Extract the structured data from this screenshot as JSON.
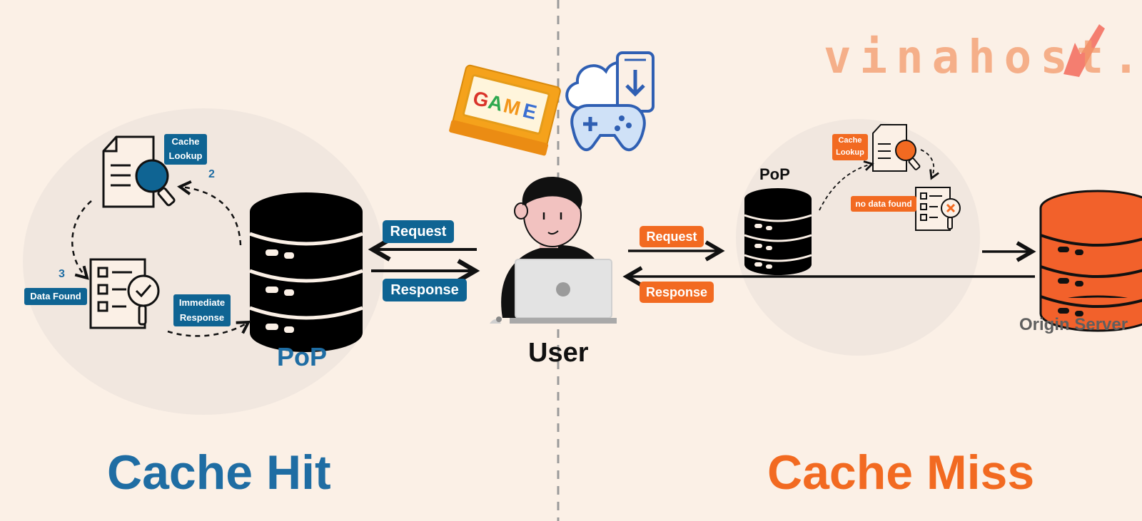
{
  "colors": {
    "background": "#fbf0e6",
    "hit_blue": "#1f6da3",
    "badge_blue": "#0f6493",
    "miss_orange": "#f26a21",
    "server_orange": "#f2612b",
    "circle_fill": "#f1e7df",
    "divider": "#9a9a9a"
  },
  "logo": {
    "text": "vinahost."
  },
  "icons": [
    "game-cartridge-icon",
    "cloud-gamepad-phone-icon",
    "document-search-icon",
    "checklist-check-icon",
    "checklist-x-icon",
    "database-icon",
    "laptop-icon"
  ],
  "game_cartridge": {
    "label": "GAME"
  },
  "hit": {
    "title": "Cache Hit",
    "pop_label": "PoP",
    "cache_lookup": "Cache\nLookup",
    "step_2": "2",
    "step_3": "3",
    "data_found": "Data Found",
    "immediate_response": "Immediate\nResponse",
    "request": "Request",
    "response": "Response"
  },
  "user": {
    "label": "User"
  },
  "miss": {
    "title": "Cache Miss",
    "pop_label": "PoP",
    "cache_lookup": "Cache\nLookup",
    "no_data_found": "no data found",
    "request": "Request",
    "response": "Response",
    "origin_server": "Origin Server"
  }
}
